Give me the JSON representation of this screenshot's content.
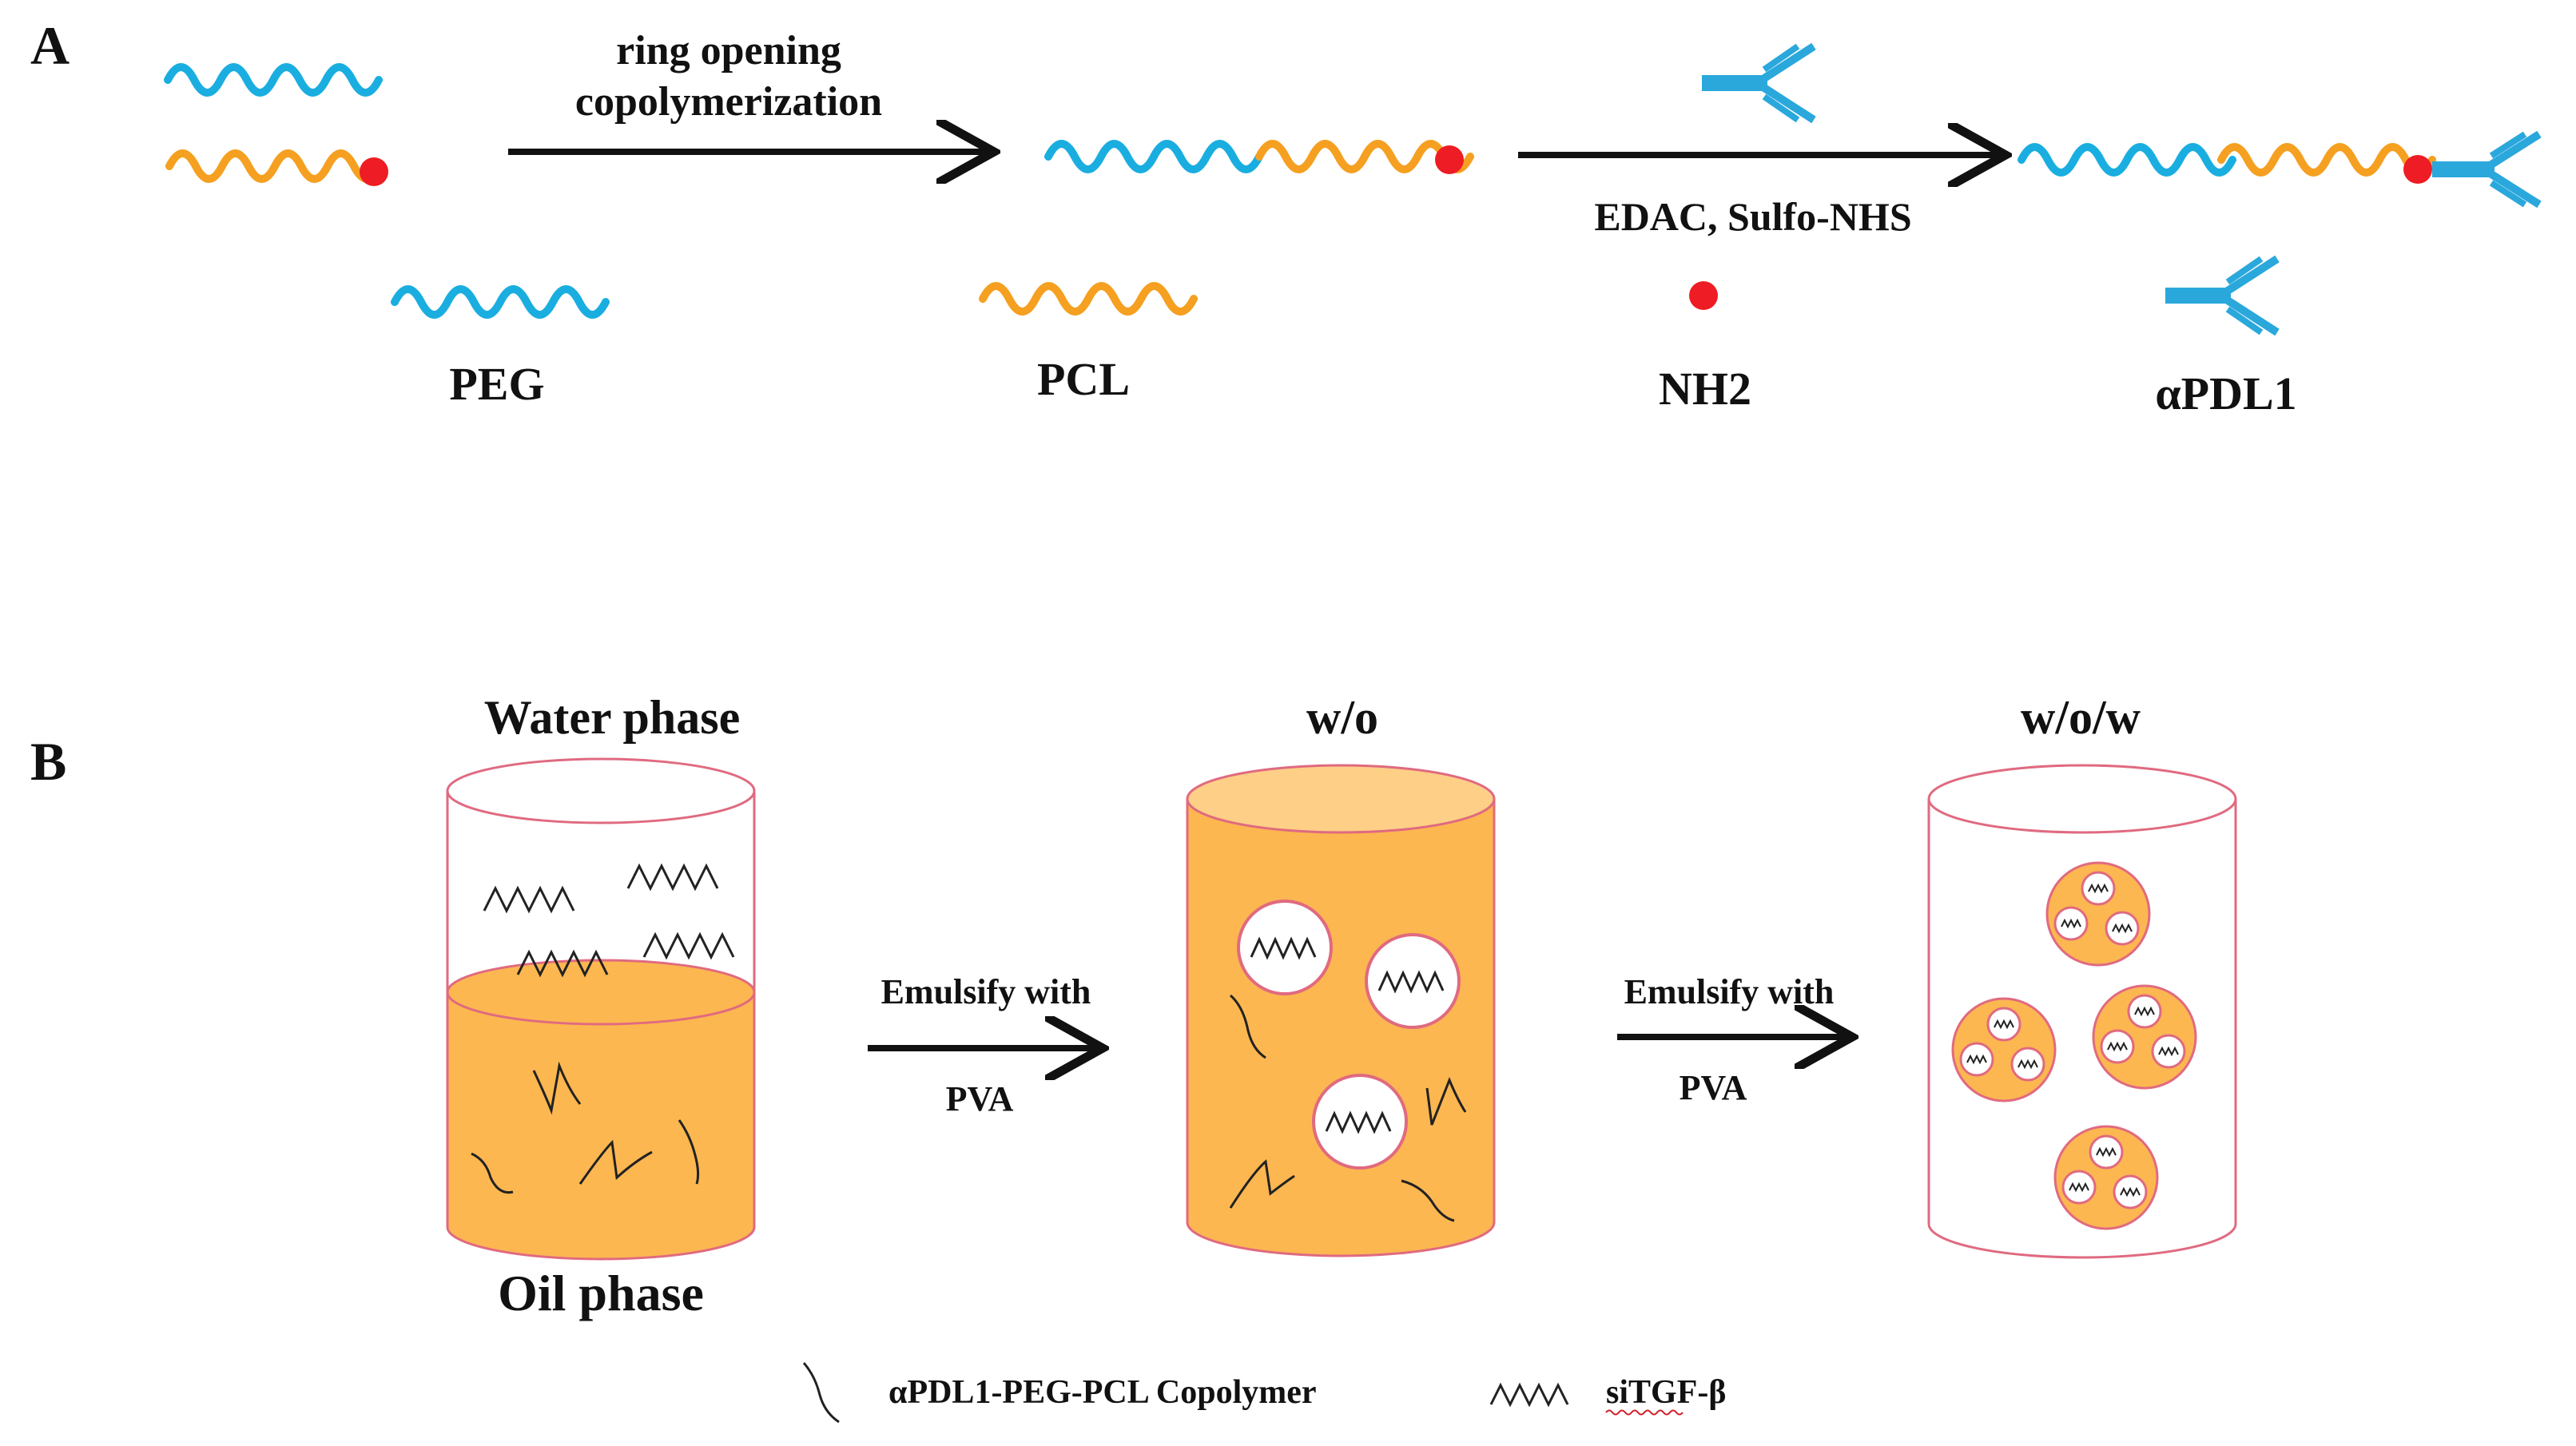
{
  "panel_a": {
    "label": "A",
    "step1": {
      "line1": "ring opening",
      "line2": "copolymerization"
    },
    "step2": {
      "reagents": "EDAC, Sulfo-NHS"
    },
    "legend": {
      "peg": "PEG",
      "pcl": "PCL",
      "nh2": "NH2",
      "apdl1": "αPDL1"
    }
  },
  "panel_b": {
    "label": "B",
    "water_phase": "Water phase",
    "oil_phase": "Oil phase",
    "wo": "w/o",
    "wow": "w/o/w",
    "step1": {
      "line1": "Emulsify with",
      "line2": "PVA"
    },
    "step2": {
      "line1": "Emulsify with",
      "line2": "PVA"
    },
    "legend": {
      "copolymer": "αPDL1-PEG-PCL Copolymer",
      "sirna": "siTGF-β"
    }
  },
  "colors": {
    "peg": "#1aaee0",
    "pcl": "#f5a020",
    "nh2": "#ee1c24",
    "antibody": "#2aa8dc",
    "oil": "#fcb750",
    "oil_top": "#fdcf87",
    "outline": "#e06a80",
    "ink": "#111111"
  },
  "icons": [
    "peg-chain-icon",
    "pcl-chain-icon",
    "nh2-dot-icon",
    "antibody-icon",
    "copolymer-strand-icon",
    "sirna-zigzag-icon"
  ]
}
